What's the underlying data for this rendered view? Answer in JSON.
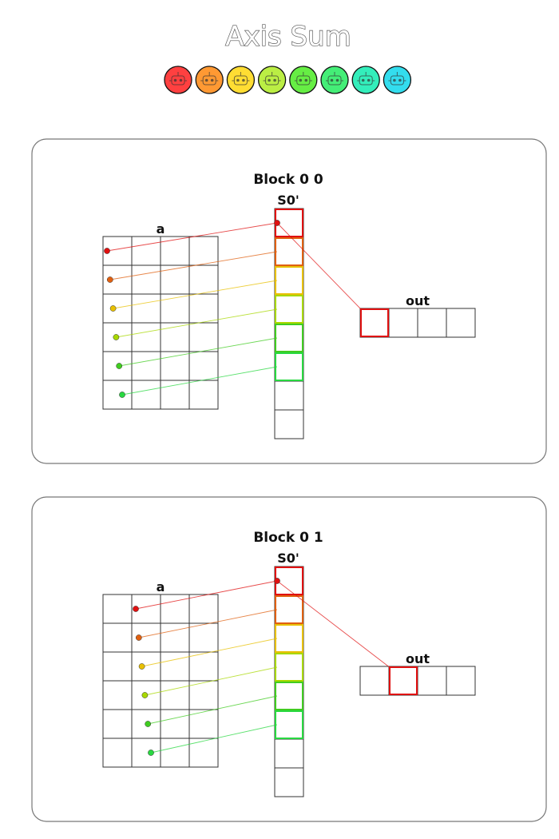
{
  "title": "Axis Sum",
  "colors": {
    "palette": [
      "#ff4040",
      "#ff9933",
      "#ffdd33",
      "#bbee44",
      "#66ee44",
      "#44ee77",
      "#33eebb",
      "#33ddee"
    ],
    "thread_colors": [
      "#e01010",
      "#e06010",
      "#e8c000",
      "#a8d800",
      "#40cc20",
      "#28d840"
    ],
    "grid_stroke": "#333333",
    "panel_stroke": "#777777"
  },
  "icons": [
    "robot-icon",
    "robot-icon",
    "robot-icon",
    "robot-icon",
    "robot-icon",
    "robot-icon",
    "robot-icon",
    "robot-icon"
  ],
  "blocks": [
    {
      "title": "Block 0 0",
      "shared_label": "S0'",
      "input_label": "a",
      "output_label": "out",
      "a_rows": 6,
      "a_cols": 4,
      "shared_cells": 8,
      "active_threads": 6,
      "out_cells": 4,
      "out_index": 0,
      "point_col": 0
    },
    {
      "title": "Block 0 1",
      "shared_label": "S0'",
      "input_label": "a",
      "output_label": "out",
      "a_rows": 6,
      "a_cols": 4,
      "shared_cells": 8,
      "active_threads": 6,
      "out_cells": 4,
      "out_index": 1,
      "point_col": 1
    }
  ]
}
